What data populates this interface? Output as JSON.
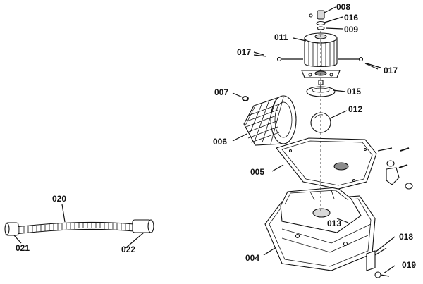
{
  "diagram": {
    "parts": [
      {
        "id": "p008",
        "label": "008",
        "name": "cap-nut"
      },
      {
        "id": "p016",
        "label": "016",
        "name": "washer-top"
      },
      {
        "id": "p009",
        "label": "009",
        "name": "gasket-small"
      },
      {
        "id": "p011",
        "label": "011",
        "name": "filter-housing"
      },
      {
        "id": "p017a",
        "label": "017",
        "name": "left-pin"
      },
      {
        "id": "p017b",
        "label": "017",
        "name": "right-pin"
      },
      {
        "id": "p007",
        "label": "007",
        "name": "o-ring"
      },
      {
        "id": "p015",
        "label": "015",
        "name": "base-plate"
      },
      {
        "id": "p012",
        "label": "012",
        "name": "float-ball"
      },
      {
        "id": "p006",
        "label": "006",
        "name": "filter-element"
      },
      {
        "id": "p005",
        "label": "005",
        "name": "lid-gasket"
      },
      {
        "id": "p020",
        "label": "020",
        "name": "flexible-hose"
      },
      {
        "id": "p013",
        "label": "013",
        "name": "tank-body"
      },
      {
        "id": "p021",
        "label": "021",
        "name": "hose-end-left"
      },
      {
        "id": "p022",
        "label": "022",
        "name": "hose-end-right"
      },
      {
        "id": "p018",
        "label": "018",
        "name": "bracket"
      },
      {
        "id": "p004",
        "label": "004",
        "name": "tank-tray"
      },
      {
        "id": "p019",
        "label": "019",
        "name": "screw"
      }
    ]
  }
}
